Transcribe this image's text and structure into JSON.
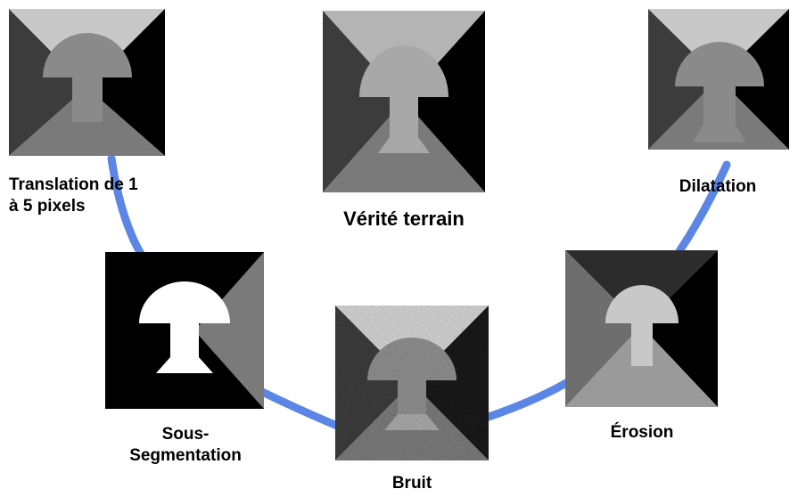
{
  "labels": {
    "translation_line1": "Translation de 1",
    "translation_line2": "à 5 pixels",
    "ground_truth": "Vérité terrain",
    "dilation": "Dilatation",
    "under_segmentation_line1": "Sous-",
    "under_segmentation_line2": "Segmentation",
    "noise": "Bruit",
    "erosion": "Érosion"
  },
  "colors": {
    "connector": "#5b86e5",
    "background": "#ffffff"
  }
}
